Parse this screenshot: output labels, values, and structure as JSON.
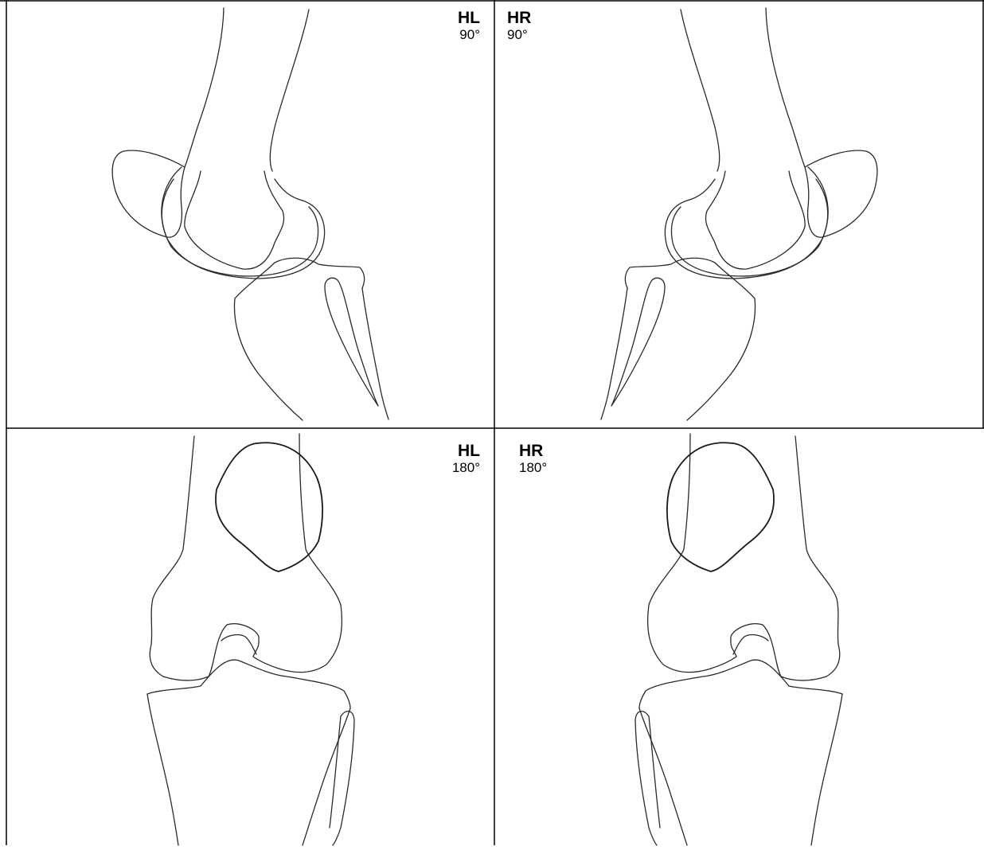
{
  "panels": [
    {
      "code": "HL",
      "angle": "90°"
    },
    {
      "code": "HR",
      "angle": "90°"
    },
    {
      "code": "HL",
      "angle": "180°"
    },
    {
      "code": "HR",
      "angle": "180°"
    }
  ]
}
